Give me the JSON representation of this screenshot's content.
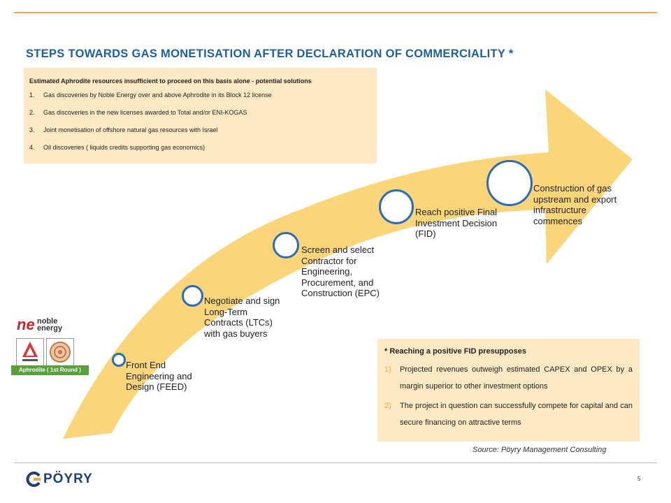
{
  "title": "STEPS TOWARDS GAS MONETISATION AFTER DECLARATION OF COMMERCIALITY *",
  "info_box": {
    "header": "Estimated Aphrodite resources insufficient to proceed on this basis alone - potential solutions",
    "items": [
      {
        "num": "1.",
        "text": "Gas discoveries by Noble Energy over and above Aphrodite in its Block 12 license"
      },
      {
        "num": "2.",
        "text": "Gas discoveries in the new licenses awarded to Total and/or ENI-KOGAS"
      },
      {
        "num": "3.",
        "text": "Joint monetisation of offshore natural gas resources with Israel"
      },
      {
        "num": "4.",
        "text": "Oil discoveries ( liquids credits supporting gas economics)"
      }
    ]
  },
  "steps": [
    {
      "label": "Front End Engineering and Design (FEED)"
    },
    {
      "label": "Negotiate and sign Long-Term Contracts (LTCs) with gas buyers"
    },
    {
      "label": "Screen and select Contractor for Engineering, Procurement, and Construction (EPC)"
    },
    {
      "label": "Reach positive Final Investment Decision (FID)"
    },
    {
      "label": "Construction of gas upstream and export infrastructure commences"
    }
  ],
  "fid_box": {
    "header": "* Reaching a positive FID presupposes",
    "items": [
      {
        "num": "1)",
        "text": "Projected revenues outweigh estimated CAPEX and OPEX by a margin superior to other investment options"
      },
      {
        "num": "2)",
        "text": "The project in question can successfully compete for capital and can secure financing on attractive terms"
      }
    ]
  },
  "source": "Source: Pöyry Management Consulting",
  "page_number": "5",
  "logos": {
    "noble_mark": "ne",
    "noble_text_1": "noble",
    "noble_text_2": "energy",
    "badge": "Aphrodite ( 1st Round )",
    "company": "PÖYRY"
  },
  "colors": {
    "accent": "#f0a640",
    "title": "#1f5fa0",
    "arrow": "#fbd57a",
    "circle_border": "#2d6cb5",
    "box_fill": "#fde9c4"
  }
}
